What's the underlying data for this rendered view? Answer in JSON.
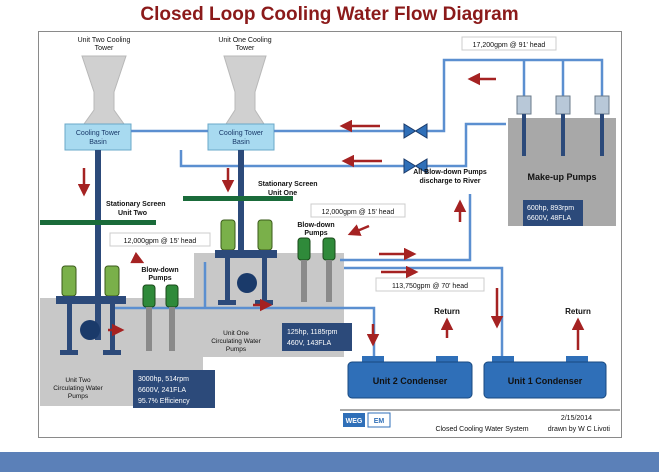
{
  "title": "Closed Loop Cooling Water Flow Diagram",
  "towers": {
    "unit_two": {
      "label_1": "Unit Two Cooling",
      "label_2": "Tower",
      "basin_1": "Cooling Tower",
      "basin_2": "Basin"
    },
    "unit_one": {
      "label_1": "Unit One Cooling",
      "label_2": "Tower",
      "basin_1": "Cooling Tower",
      "basin_2": "Basin"
    }
  },
  "screens": {
    "unit_two": {
      "label_1": "Stationary Screen",
      "label_2": "Unit Two"
    },
    "unit_one": {
      "label_1": "Stationary Screen",
      "label_2": "Unit One"
    }
  },
  "flows": {
    "makeup_top": "17,200gpm @ 91' head",
    "blowdown_one": "12,000gpm @ 15' head",
    "blowdown_two": "12,000gpm @ 15' head",
    "main": "113,750gpm @ 70' head"
  },
  "blowdown_note": {
    "line_1": "All Blow-down Pumps",
    "line_2": "discharge to River"
  },
  "blowdown_pumps": {
    "unit_one": {
      "line_1": "Blow-down",
      "line_2": "Pumps"
    },
    "unit_two": {
      "line_1": "Blow-down",
      "line_2": "Pumps"
    }
  },
  "makeup": {
    "label": "Make-up Pumps",
    "spec_1": "600hp, 893rpm",
    "spec_2": "6600V, 48FLA"
  },
  "circ_unit_one": {
    "label_1": "Unit One",
    "label_2": "Circulating Water",
    "label_3": "Pumps",
    "spec_1": "125hp, 1185rpm",
    "spec_2": "460V, 143FLA"
  },
  "circ_unit_two": {
    "label_1": "Unit Two",
    "label_2": "Circulating Water",
    "label_3": "Pumps",
    "spec_1": "3000hp, 514rpm",
    "spec_2": "6600V, 241FLA",
    "spec_3": "95.7% Efficiency"
  },
  "condensers": {
    "unit_two": "Unit 2 Condenser",
    "unit_one": "Unit 1 Condenser",
    "return_a": "Return",
    "return_b": "Return"
  },
  "footer": {
    "logo_a": "WEG",
    "logo_b": "EM",
    "system": "Closed Cooling Water System",
    "date": "2/15/2014",
    "author": "drawn by W C Livoti"
  },
  "colors": {
    "pipe": "#5b8fd0",
    "arrow": "#a52222",
    "screen": "#1a6b3a",
    "spec_box": "#2c4a7a",
    "condenser": "#2f6fb8",
    "pump_cap": "#7ab04a",
    "gray_box": "#c8c8c8"
  }
}
